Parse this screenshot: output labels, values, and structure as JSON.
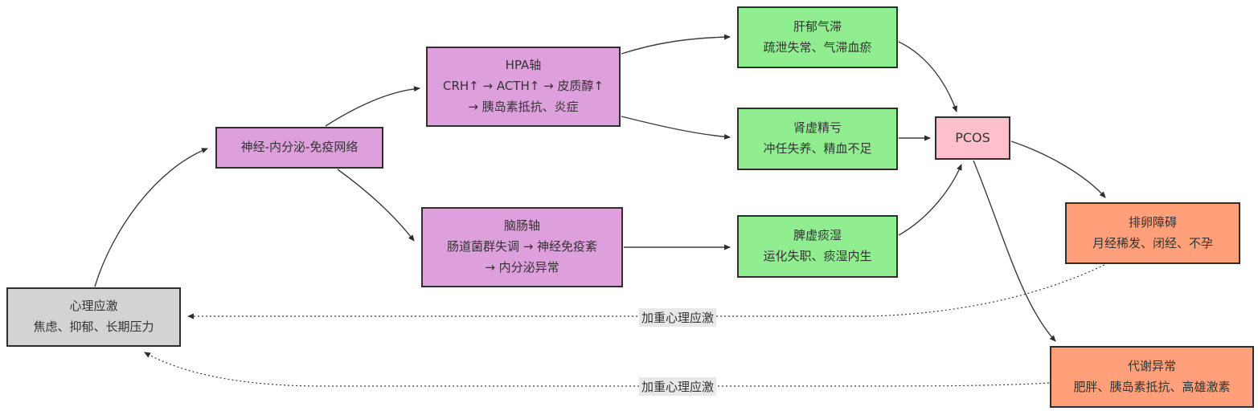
{
  "diagram": {
    "title": "PCOS 心身致病机制图",
    "nodes": {
      "stress": {
        "lines": [
          "心理应激",
          "焦虑、抑郁、长期压力"
        ]
      },
      "nei_network": {
        "lines": [
          "神经-内分泌-免疫网络"
        ]
      },
      "hpa": {
        "lines": [
          "HPA轴",
          "CRH↑ → ACTH↑ → 皮质醇↑",
          "→ 胰岛素抵抗、炎症"
        ]
      },
      "gut_brain": {
        "lines": [
          "脑肠轴",
          "肠道菌群失调 → 神经免疫紊",
          "→ 内分泌异常"
        ]
      },
      "liver_qi": {
        "lines": [
          "肝郁气滞",
          "疏泄失常、气滞血瘀"
        ]
      },
      "kidney": {
        "lines": [
          "肾虚精亏",
          "冲任失养、精血不足"
        ]
      },
      "spleen": {
        "lines": [
          "脾虚痰湿",
          "运化失职、痰湿内生"
        ]
      },
      "pcos": {
        "lines": [
          "PCOS"
        ]
      },
      "ovulation": {
        "lines": [
          "排卵障碍",
          "月经稀发、闭经、不孕"
        ]
      },
      "metabolic": {
        "lines": [
          "代谢异常",
          "肥胖、胰岛素抵抗、高雄激素"
        ]
      }
    },
    "edge_labels": {
      "feedback_top": "加重心理应激",
      "feedback_bottom": "加重心理应激"
    },
    "colors": {
      "purple_fill": "#DDA0DD",
      "green_fill": "#90EE90",
      "pink_fill": "#FFC0CB",
      "orange_fill": "#FFA07A",
      "gray_fill": "#D3D3D3",
      "border": "#2E2E2E",
      "edge_line": "#3D3D3D",
      "edge_label_bg": "#E8E8E8"
    }
  }
}
